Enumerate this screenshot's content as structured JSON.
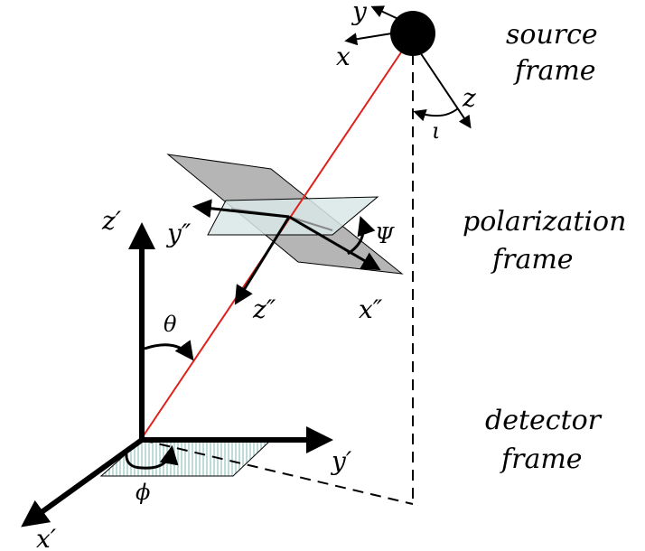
{
  "frames": {
    "source": [
      "source",
      "frame"
    ],
    "polarization": [
      "polarization",
      "frame"
    ],
    "detector": [
      "detector",
      "frame"
    ]
  },
  "axes": {
    "source_x": "x",
    "source_y": "y",
    "source_z": "z",
    "detector_x": "x′",
    "detector_y": "y′",
    "detector_z": "z′",
    "pol_x": "x″",
    "pol_y": "y″",
    "pol_z": "z″"
  },
  "angles": {
    "theta": "θ",
    "phi": "ϕ",
    "psi": "Ψ",
    "iota": "ι"
  },
  "colors": {
    "line_of_sight": "#e0201a",
    "plane_fill": "#a8a8a8",
    "small_plane_fill": "#d8e8e6",
    "hatch": "#7fb8b0"
  }
}
